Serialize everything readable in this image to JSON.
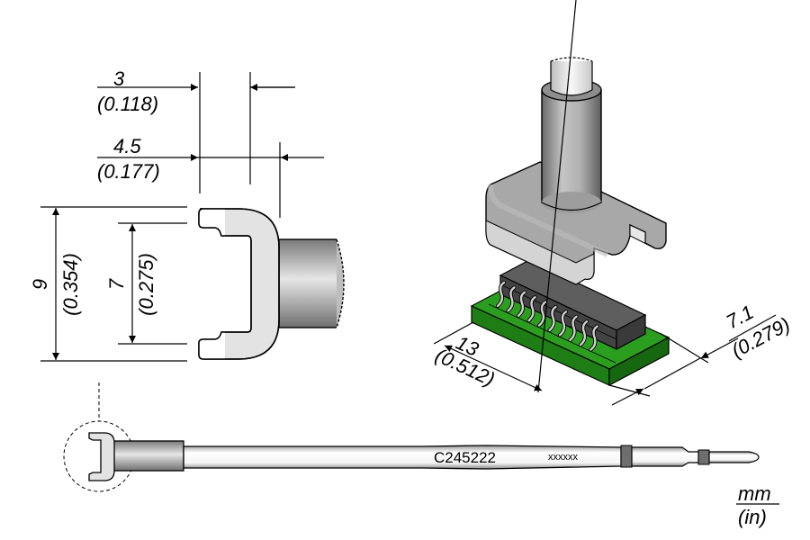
{
  "drawing": {
    "title": "Soldering tip C245222 technical drawing",
    "part_number": "C245222",
    "serial_placeholder": "xxxxxx",
    "units": {
      "primary": "mm",
      "secondary": "(in)"
    }
  },
  "dimensions": {
    "width_outer": {
      "mm": "3",
      "in": "(0.118)"
    },
    "width_total": {
      "mm": "4.5",
      "in": "(0.177)"
    },
    "height_outer": {
      "mm": "9",
      "in": "(0.354)"
    },
    "height_inner": {
      "mm": "7",
      "in": "(0.275)"
    },
    "component_length": {
      "mm": "13",
      "in": "(0.512)"
    },
    "component_width": {
      "mm": "7.1",
      "in": "(0.279)"
    }
  },
  "colors": {
    "pcb_green": "#2a9a1e",
    "chip_dark": "#4a4a4a",
    "tip_gray": "#a9a9a9",
    "tip_light": "#e2e2e2"
  }
}
